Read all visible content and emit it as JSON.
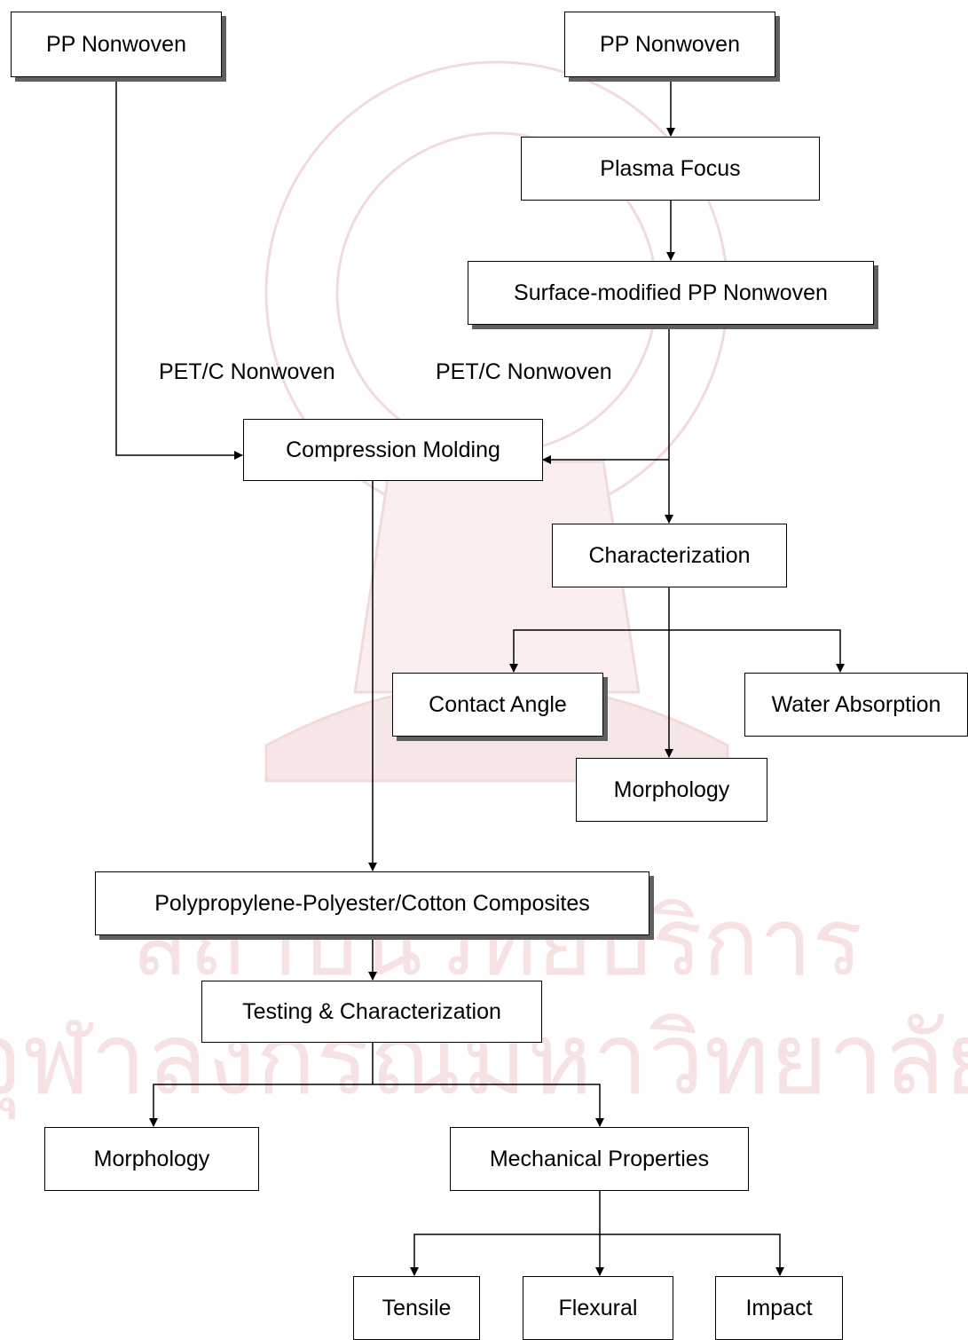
{
  "colors": {
    "stroke": "#000000",
    "shadow": "#5f5f5f",
    "background": "#ffffff"
  },
  "nodes": {
    "pp_nonwoven_left": "PP Nonwoven",
    "pp_nonwoven_right": "PP Nonwoven",
    "plasma_focus": "Plasma Focus",
    "surface_modified": "Surface-modified PP Nonwoven",
    "compression_molding": "Compression Molding",
    "characterization": "Characterization",
    "contact_angle": "Contact Angle",
    "water_absorption": "Water Absorption",
    "morphology_surface": "Morphology",
    "composites": "Polypropylene-Polyester/Cotton Composites",
    "testing": "Testing & Characterization",
    "morphology_composite": "Morphology",
    "mechanical": "Mechanical Properties",
    "tensile": "Tensile",
    "flexural": "Flexural",
    "impact": "Impact"
  },
  "labels": {
    "pet_c_left": "PET/C Nonwoven",
    "pet_c_right": "PET/C Nonwoven"
  },
  "watermark": {
    "line1": "สถาบันวิทยบริการ",
    "line2": "จุฬาลงกรณ์มหาวิทยาลัย"
  }
}
